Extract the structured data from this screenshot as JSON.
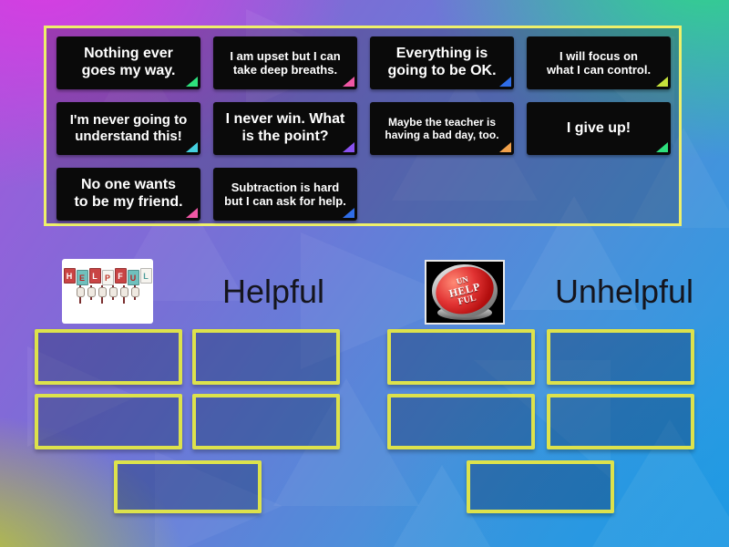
{
  "tray": {
    "tiles": [
      {
        "text": "Nothing ever\ngoes my way.",
        "corner_color": "#2ee07d"
      },
      {
        "text": "I am upset but I can\ntake deep breaths.",
        "corner_color": "#ef57a4"
      },
      {
        "text": "Everything is\ngoing to be OK.",
        "corner_color": "#2f6de8"
      },
      {
        "text": "I will focus on\nwhat I can control.",
        "corner_color": "#c6e23c"
      },
      {
        "text": "I'm never going to\nunderstand this!",
        "corner_color": "#45d1e0"
      },
      {
        "text": "I never win. What\nis the point?",
        "corner_color": "#8a52f0"
      },
      {
        "text": "Maybe the teacher is\nhaving a bad day, too.",
        "corner_color": "#f0a04a"
      },
      {
        "text": "I give up!",
        "corner_color": "#2ee07d"
      },
      {
        "text": "No one wants\nto be my friend.",
        "corner_color": "#ef57a4"
      },
      {
        "text": "Subtraction is hard\nbut I can ask for help.",
        "corner_color": "#2f6de8"
      }
    ]
  },
  "groups": [
    {
      "label": "Helpful",
      "icon_letters": [
        "H",
        "E",
        "L",
        "P",
        "F",
        "U",
        "L"
      ],
      "slot_count": 5
    },
    {
      "label": "Unhelpful",
      "button_lines": [
        "UN",
        "HELP",
        "FUL"
      ],
      "slot_count": 5
    }
  ],
  "colors": {
    "tray_border": "#eef06a",
    "slot_border": "#dde24c",
    "tile_background": "#0a0a0a",
    "tile_text": "#ffffff",
    "group_label_text": "#15151d"
  }
}
